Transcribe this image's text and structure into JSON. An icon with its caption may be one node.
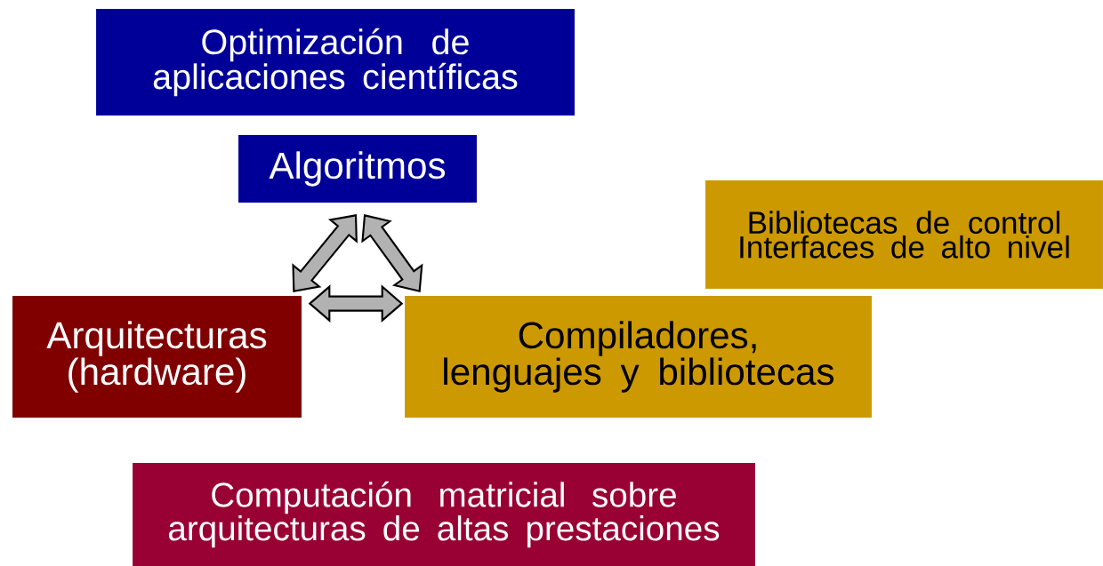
{
  "diagram": {
    "nodes": [
      {
        "text": [
          "Optimización de aplicaciones científicas"
        ]
      },
      {
        "text": [
          "Algoritmos"
        ]
      },
      {
        "text": [
          "Bibliotecas de control",
          "Interfaces de alto nivel"
        ]
      },
      {
        "text": [
          "Arquitecturas (hardware)"
        ]
      },
      {
        "text": [
          "Compiladores, lenguajes y bibliotecas"
        ]
      },
      {
        "text": [
          "Computación matricial sobre arquitecturas de altas prestaciones"
        ]
      }
    ],
    "edges": [
      {
        "from": 1,
        "to": 3,
        "arrow": "both"
      },
      {
        "from": 1,
        "to": 4,
        "arrow": "both"
      },
      {
        "from": 3,
        "to": 4,
        "arrow": "both"
      }
    ]
  }
}
